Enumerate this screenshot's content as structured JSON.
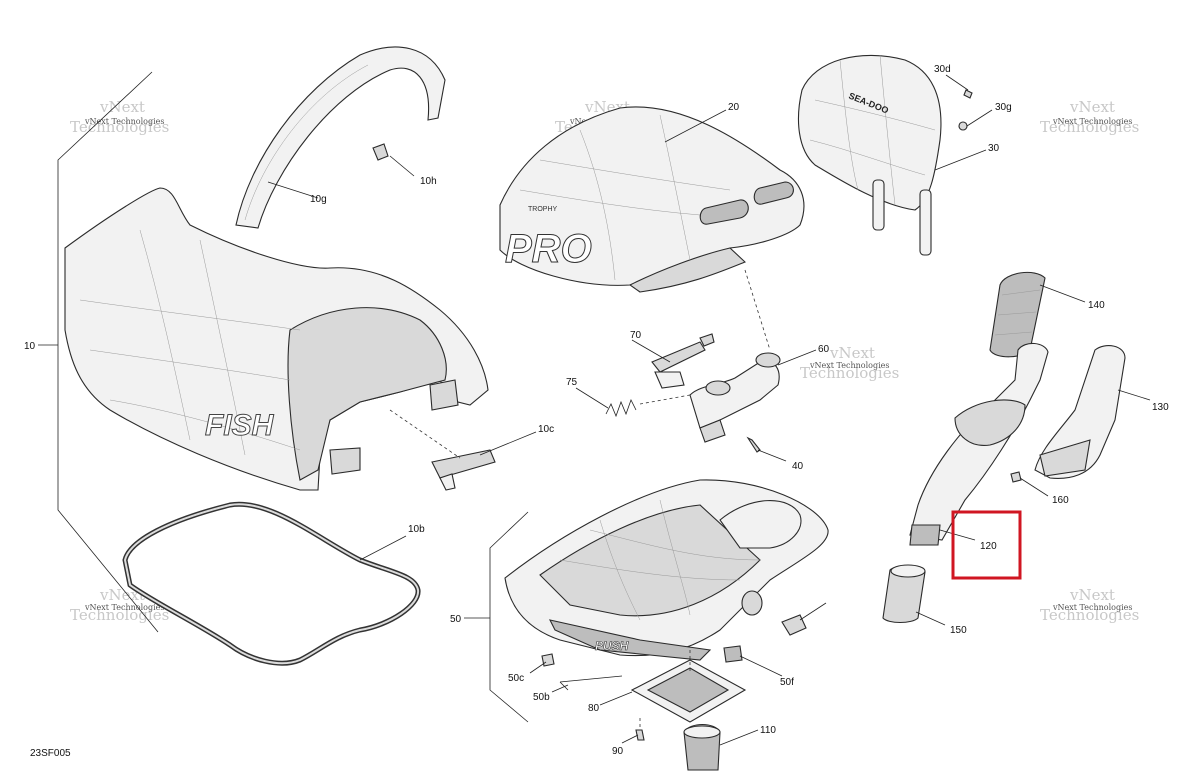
{
  "diagram": {
    "code": "23SF005",
    "callouts": [
      "10",
      "10g",
      "10h",
      "10c",
      "10b",
      "20",
      "30",
      "30d",
      "30g",
      "40",
      "50",
      "50b",
      "50c",
      "50f",
      "60",
      "70",
      "75",
      "80",
      "90",
      "110",
      "120",
      "130",
      "140",
      "150",
      "160"
    ],
    "watermark_line1": "vNext",
    "watermark_line2": "Technologies",
    "watermark_inline": "vNext Technologies",
    "print_fish": "FISH",
    "print_pro": "PRO",
    "print_trophy": "TROPHY",
    "print_seadoo": "SEA-DOO",
    "print_push": "PUSH",
    "highlight_color": "#d01622"
  }
}
